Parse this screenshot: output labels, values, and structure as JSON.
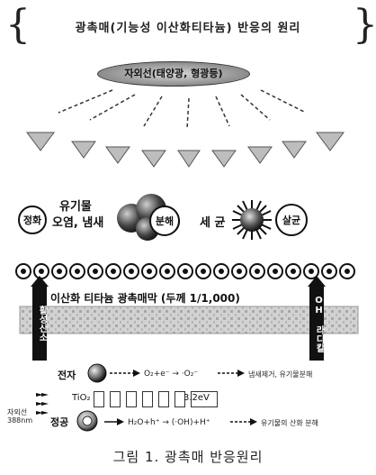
{
  "title": "광촉매(기능성 이산화티타늄) 반응의 원리",
  "light_source": "자외선(태양광, 형광등)",
  "purify_label": "정화",
  "organic_label": "유기물",
  "pollution_label": "오염, 냄새",
  "decompose_label": "분해",
  "bacteria_label": "세 균",
  "sterilize_label": "살균",
  "film_label": "이산화 티타늄 광촉매막 (두께 1/1,000)",
  "active_oxygen_label": "활성산소",
  "hydroxyl_label": "OH 라디칼",
  "electron_row": {
    "label": "전자",
    "equation": "O₂+e⁻ → ·O₂⁻",
    "result": "냄새제거, 유기물분해"
  },
  "tio2_row": {
    "label": "TiO₂",
    "bandgap": "3.2eV"
  },
  "uv_label": "자외선",
  "wavelength": "388nm",
  "hole_row": {
    "label": "정공",
    "equation": "H₂O+h⁺ → (·OH)+H⁺",
    "result": "유기물의 산화 분해"
  },
  "caption": "그림 1. 광촉매 반응원리",
  "colors": {
    "ink": "#111111",
    "grey": "#8a8a8a",
    "light_grey": "#cfcfcf"
  }
}
